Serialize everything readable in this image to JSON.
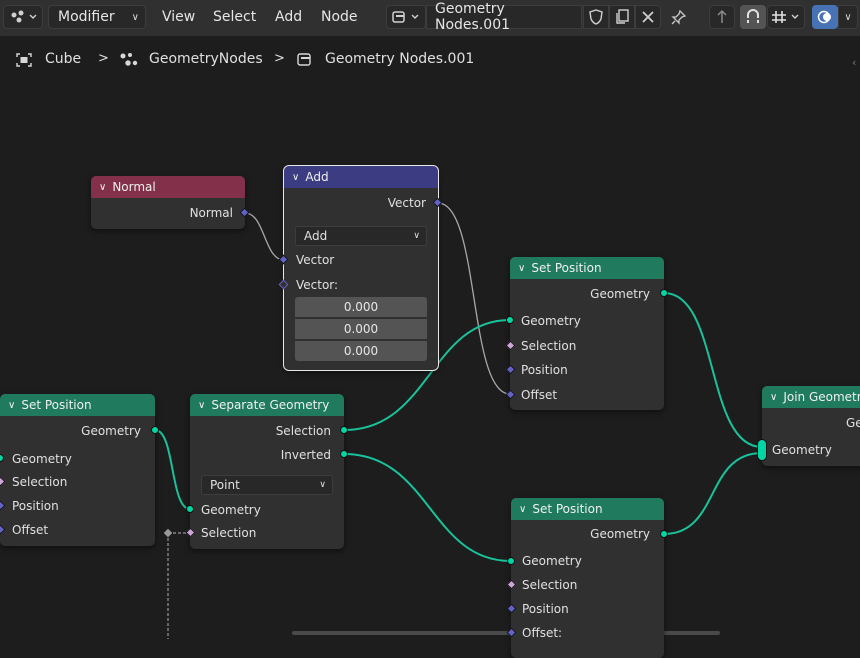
{
  "header": {
    "editor_type_icon": "node-editor-icon",
    "mode": "Modifier",
    "menus": [
      "View",
      "Select",
      "Add",
      "Node"
    ],
    "nodetree_name": "Geometry Nodes.001"
  },
  "breadcrumb": {
    "object": "Cube",
    "modifier": "GeometryNodes",
    "tree": "Geometry Nodes.001"
  },
  "nodes": {
    "normal": {
      "title": "Normal",
      "out": "Normal"
    },
    "add": {
      "title": "Add",
      "out": "Vector",
      "op": "Add",
      "in1": "Vector",
      "in2": "Vector:",
      "values": [
        "0.000",
        "0.000",
        "0.000"
      ]
    },
    "setpos_left": {
      "title": "Set Position",
      "out": "Geometry",
      "inputs": [
        "Geometry",
        "Selection",
        "Position",
        "Offset"
      ]
    },
    "separate": {
      "title": "Separate Geometry",
      "out1": "Selection",
      "out2": "Inverted",
      "domain": "Point",
      "inputs": [
        "Geometry",
        "Selection"
      ]
    },
    "setpos_top": {
      "title": "Set Position",
      "out": "Geometry",
      "inputs": [
        "Geometry",
        "Selection",
        "Position",
        "Offset"
      ]
    },
    "setpos_bottom": {
      "title": "Set Position",
      "out": "Geometry",
      "inputs": [
        "Geometry",
        "Selection",
        "Position",
        "Offset:"
      ]
    },
    "join": {
      "title": "Join Geometry",
      "out": "Geometry",
      "in": "Geometry"
    }
  }
}
